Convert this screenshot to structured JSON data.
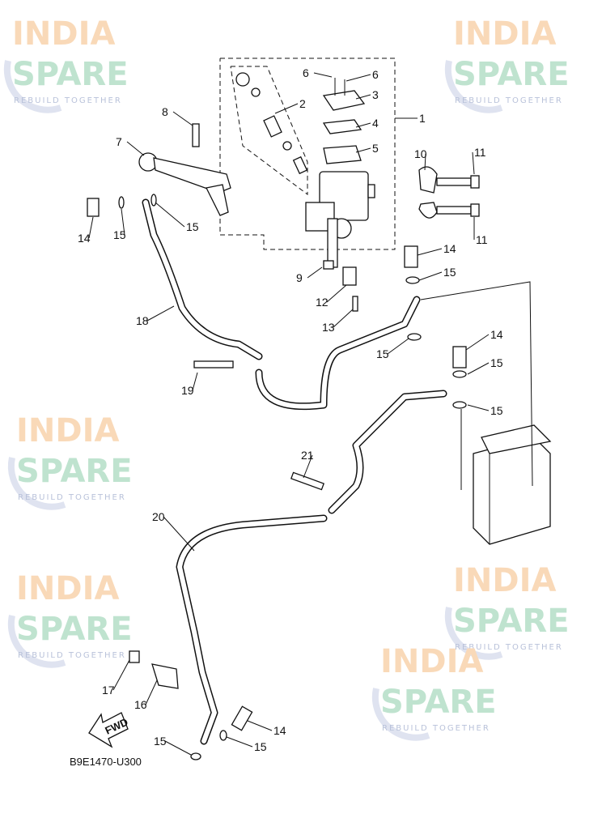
{
  "diagram": {
    "code": "B9E1470-U300",
    "fwd_label": "FWD",
    "callouts": [
      "1",
      "2",
      "3",
      "4",
      "5",
      "6",
      "6",
      "7",
      "8",
      "9",
      "10",
      "11",
      "11",
      "12",
      "13",
      "14",
      "14",
      "14",
      "14",
      "15",
      "15",
      "15",
      "15",
      "15",
      "15",
      "15",
      "15",
      "16",
      "17",
      "18",
      "19",
      "20",
      "21"
    ],
    "watermark": {
      "line1": "INDIA",
      "line2": "SPARE",
      "tagline": "REBUILD TOGETHER"
    },
    "colors": {
      "watermark_orange": "#f9d9b8",
      "watermark_green": "#bfe3cf",
      "watermark_blue": "#cfd6e6",
      "line": "#111111"
    }
  }
}
